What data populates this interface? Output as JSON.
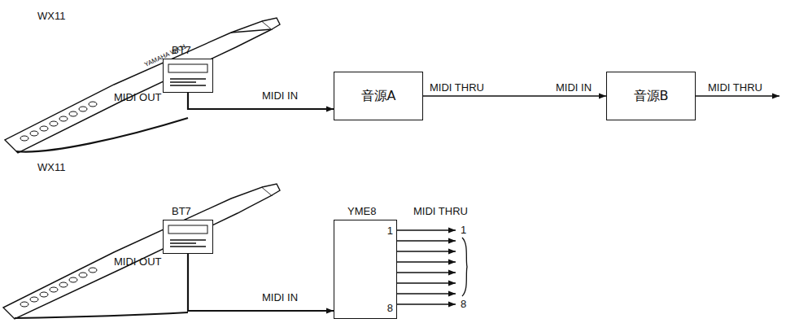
{
  "diagram": {
    "nodes": [
      {
        "text": [
          "BT7"
        ]
      },
      {
        "text": [
          "音源A"
        ]
      },
      {
        "text": [
          "音源B"
        ]
      },
      {
        "text": [
          "BT7"
        ]
      },
      {
        "text": [
          "YME8",
          "1",
          "8"
        ]
      }
    ],
    "edges": [
      {
        "from": 0,
        "to": 1,
        "arrow": "to"
      },
      {
        "from": 1,
        "to": 2,
        "arrow": "to"
      },
      {
        "from": 3,
        "to": 4,
        "arrow": "to"
      }
    ],
    "labels": [
      "WX11",
      "WX11",
      "MIDI OUT",
      "MIDI IN",
      "MIDI THRU",
      "MIDI IN",
      "MIDI THRU",
      "MIDI OUT",
      "MIDI IN",
      "MIDI THRU",
      "1",
      "8",
      "YAMAHA WX11"
    ]
  }
}
